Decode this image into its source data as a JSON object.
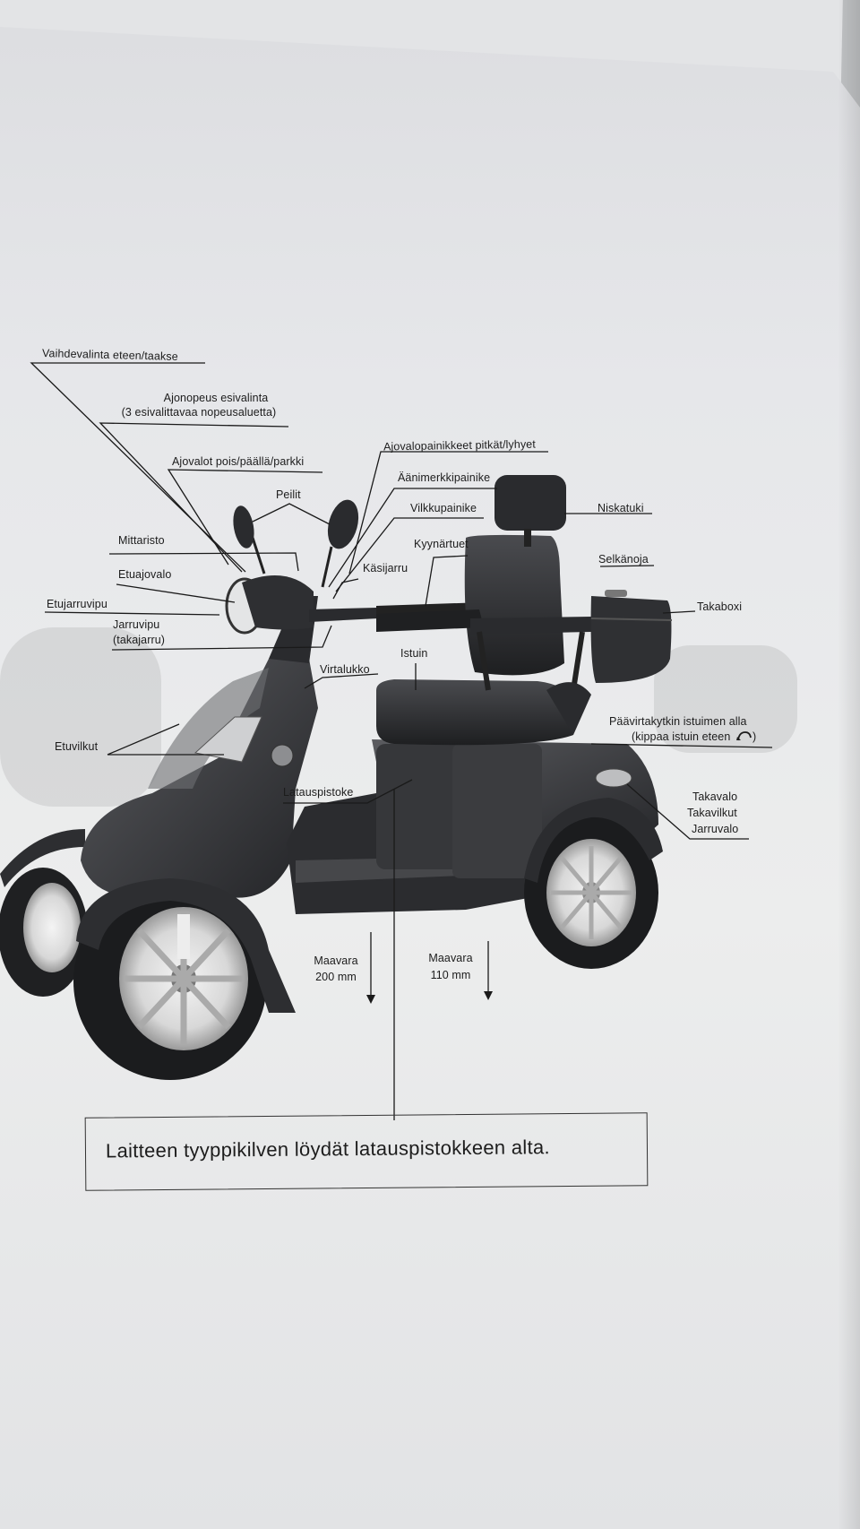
{
  "labels": {
    "vaihdevalinta": "Vaihdevalinta eteen/taakse",
    "ajonopeus_1": "Ajonopeus esivalinta",
    "ajonopeus_2": "(3 esivalittavaa nopeusaluetta)",
    "ajovalot": "Ajovalot pois/päällä/parkki",
    "peilit": "Peilit",
    "mittaristo": "Mittaristo",
    "etuajovalo": "Etuajovalo",
    "etujarruvipu": "Etujarruvipu",
    "jarruvipu_1": "Jarruvipu",
    "jarruvipu_2": "(takajarru)",
    "ajovalopainikkeet": "Ajovalopainikkeet pitkät/lyhyet",
    "aanimerkki": "Äänimerkkipainike",
    "vilkku": "Vilkkupainike",
    "kyynartuet": "Kyynärtuet",
    "kasijarru": "Käsijarru",
    "niskatuki": "Niskatuki",
    "selkanoja": "Selkänoja",
    "takaboxi": "Takaboxi",
    "istuin": "Istuin",
    "virtalukko": "Virtalukko",
    "paavirta_1": "Päävirtakytkin istuimen alla",
    "paavirta_2": "(kippaa istuin eteen",
    "paavirta_3": ")",
    "etuvilkut": "Etuvilkut",
    "latauspistoke": "Latauspistoke",
    "takavalo": "Takavalo",
    "takavilkut": "Takavilkut",
    "jarruvalo": "Jarruvalo",
    "maavara_front_1": "Maavara",
    "maavara_front_2": "200 mm",
    "maavara_rear_1": "Maavara",
    "maavara_rear_2": "110 mm"
  },
  "caption": "Laitteen tyyppikilven löydät latauspistokkeen alta.",
  "icons": {
    "tilt_arrow": "curved-arrow-icon"
  },
  "colors": {
    "ink": "#1c1c1c",
    "paper": "#e8e9eb",
    "scooter_dark": "#2b2c2e",
    "scooter_mid": "#4a4b4e"
  }
}
